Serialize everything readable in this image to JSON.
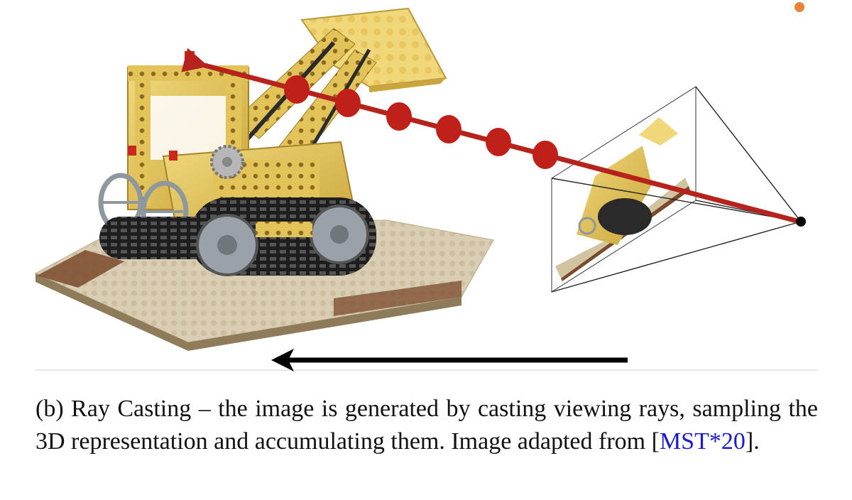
{
  "figure": {
    "subject": "lego bulldozer render",
    "ray_color": "#b5231c",
    "sample_color": "#c0201a",
    "camera_color": "#000000",
    "arrow_color": "#000000",
    "status_dot_color": "#e8833a",
    "sample_count": 6
  },
  "caption": {
    "label": "(b)",
    "title": "Ray Casting",
    "dash": "–",
    "text": "the image is generated by casting viewing rays, sampling the 3D representation and accumulating them. Image adapted from",
    "open_bracket": "[",
    "citation": "MST*20",
    "close_bracket": "].",
    "citation_color": "#1a1ad6"
  }
}
